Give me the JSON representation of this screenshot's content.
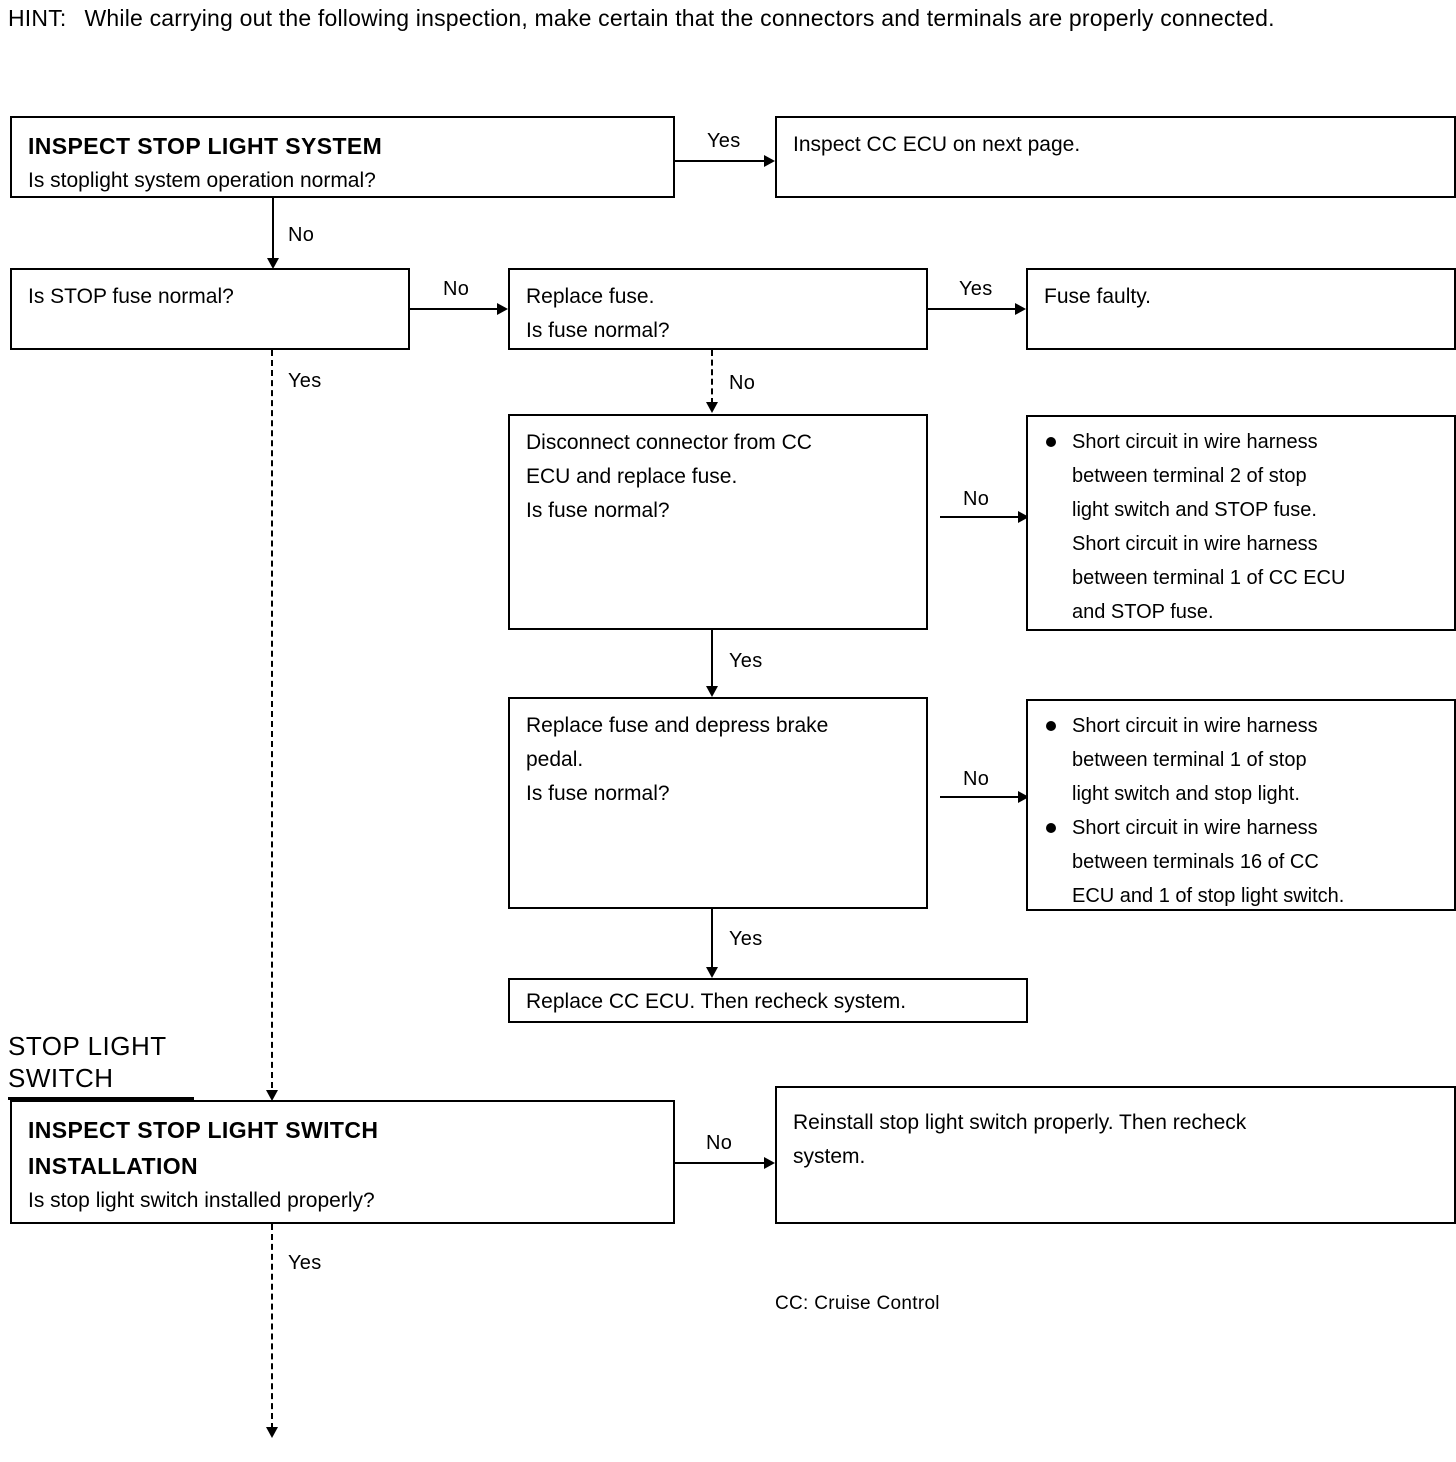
{
  "hint": {
    "label": "HINT:",
    "text": "While carrying out the following inspection, make certain that the connectors and terminals are properly connected."
  },
  "section_heading": {
    "line1": "STOP LIGHT",
    "line2": "SWITCH"
  },
  "footnote": "CC: Cruise Control",
  "boxes": {
    "inspect_stop_light_system": {
      "title": "INSPECT STOP LIGHT SYSTEM",
      "question": "Is stoplight system operation normal?"
    },
    "inspect_cc_ecu": {
      "text": "Inspect CC ECU on next page."
    },
    "is_stop_fuse_normal": {
      "text": "Is STOP fuse normal?"
    },
    "replace_fuse": {
      "line1": "Replace fuse.",
      "line2": "Is fuse normal?"
    },
    "fuse_faulty": {
      "text": "Fuse faulty."
    },
    "disconnect_connector": {
      "line1": "Disconnect connector from CC",
      "line2": "ECU and replace fuse.",
      "line3": "Is fuse normal?"
    },
    "short_circuit_stop_fuse": {
      "items": [
        {
          "bullet": true,
          "lines": [
            "Short circuit in wire harness",
            "between terminal 2 of stop",
            "light switch and STOP fuse."
          ]
        },
        {
          "bullet": false,
          "lines": [
            "Short circuit in wire harness",
            "between terminal 1 of CC ECU",
            "and STOP fuse."
          ]
        }
      ]
    },
    "replace_fuse_depress_brake": {
      "line1": "Replace fuse and depress brake",
      "line2": "pedal.",
      "line3": "Is fuse normal?"
    },
    "short_circuit_stop_light": {
      "items": [
        {
          "bullet": true,
          "lines": [
            "Short circuit in wire harness",
            "between terminal 1 of stop",
            "light switch and stop light."
          ]
        },
        {
          "bullet": true,
          "lines": [
            "Short circuit in wire harness",
            "between terminals 16 of CC",
            "ECU and 1 of stop light switch."
          ]
        }
      ]
    },
    "replace_cc_ecu": {
      "text": "Replace CC ECU. Then recheck system."
    },
    "inspect_switch_installation": {
      "title_line1": "INSPECT STOP LIGHT SWITCH",
      "title_line2": "INSTALLATION",
      "question": "Is stop light switch installed properly?"
    },
    "reinstall_switch": {
      "line1": "Reinstall stop light switch properly. Then recheck",
      "line2": "system."
    }
  },
  "edge_labels": {
    "yes_to_cc_ecu": "Yes",
    "no_to_stop_fuse": "No",
    "no_to_replace_fuse": "No",
    "yes_to_fuse_faulty": "Yes",
    "no_to_disconnect": "No",
    "no_to_short_circuit_1": "No",
    "yes_to_replace_depress": "Yes",
    "no_to_short_circuit_2": "No",
    "yes_to_replace_cc_ecu": "Yes",
    "yes_from_stop_fuse": "Yes",
    "no_to_reinstall": "No",
    "yes_from_switch_install": "Yes"
  },
  "colors": {
    "ink": "#000000",
    "paper": "#ffffff"
  }
}
